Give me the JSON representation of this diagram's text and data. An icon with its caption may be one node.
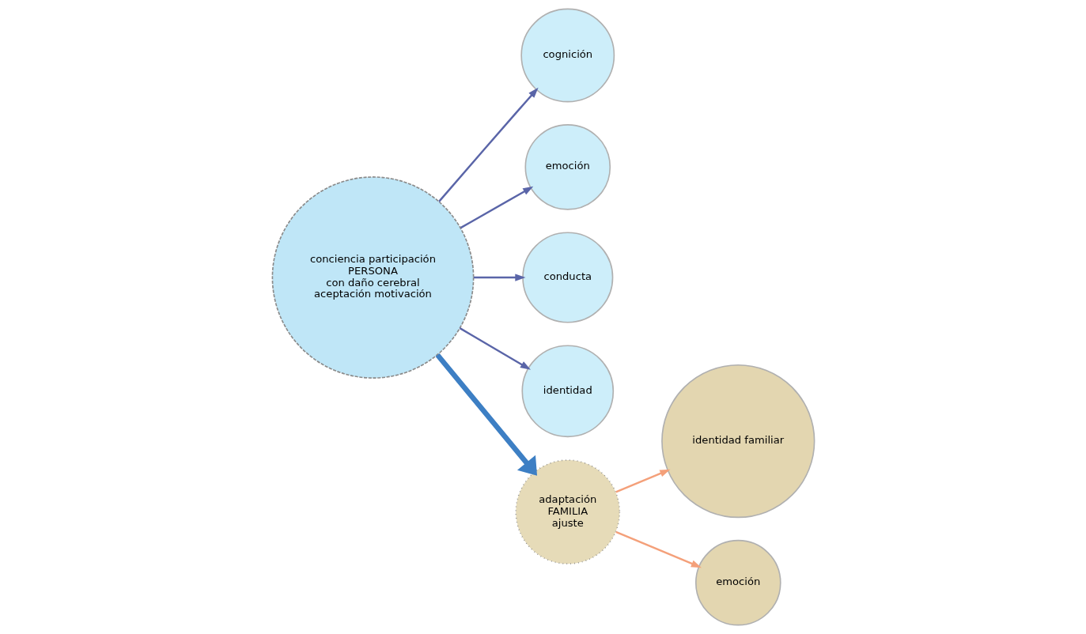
{
  "diagram": {
    "nodes": [
      {
        "text": [
          "conciencia participación",
          "PERSONA",
          "con daño cerebral",
          "aceptación motivación"
        ]
      },
      {
        "text": [
          "cognición"
        ]
      },
      {
        "text": [
          "emoción"
        ]
      },
      {
        "text": [
          "conducta"
        ]
      },
      {
        "text": [
          "identidad"
        ]
      },
      {
        "text": [
          "adaptación",
          "FAMILIA",
          "ajuste"
        ]
      },
      {
        "text": [
          "identidad familiar"
        ]
      },
      {
        "text": [
          "emoción"
        ]
      }
    ],
    "edges": [
      {
        "from": 0,
        "to": 1,
        "arrow": "to"
      },
      {
        "from": 0,
        "to": 2,
        "arrow": "to"
      },
      {
        "from": 0,
        "to": 3,
        "arrow": "to"
      },
      {
        "from": 0,
        "to": 4,
        "arrow": "to"
      },
      {
        "from": 0,
        "to": 5,
        "arrow": "to",
        "style": "thick",
        "color": "#3d7fc4"
      },
      {
        "from": 5,
        "to": 6,
        "arrow": "to",
        "color": "#f4a07a"
      },
      {
        "from": 5,
        "to": 7,
        "arrow": "to",
        "color": "#f4a07a"
      }
    ]
  }
}
